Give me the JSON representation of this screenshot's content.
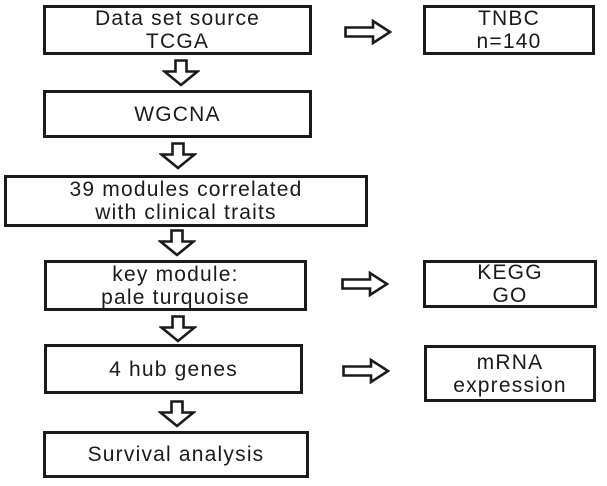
{
  "figure": {
    "background_color": "#ffffff",
    "line_color": "#1a1a1a",
    "nodes": {
      "dataset": {
        "lines": [
          "Data set source",
          "TCGA"
        ]
      },
      "tnbc": {
        "lines": [
          "TNBC",
          "n=140"
        ]
      },
      "wgcna": {
        "lines": [
          "WGCNA"
        ]
      },
      "modules": {
        "lines": [
          "39 modules correlated",
          "with clinical traits"
        ]
      },
      "key_module": {
        "lines": [
          "key module:",
          "pale turquoise"
        ]
      },
      "kegg": {
        "lines": [
          "KEGG",
          "GO"
        ]
      },
      "hub_genes": {
        "lines": [
          "4 hub genes"
        ]
      },
      "mrna": {
        "lines": [
          "mRNA",
          "expression"
        ]
      },
      "survival": {
        "lines": [
          "Survival analysis"
        ]
      }
    },
    "flow": [
      "dataset -> tnbc (right)",
      "dataset -> wgcna (down)",
      "wgcna -> modules (down)",
      "modules -> key_module (down)",
      "key_module -> kegg (right)",
      "key_module -> hub_genes (down)",
      "hub_genes -> mrna (right)",
      "hub_genes -> survival (down)"
    ]
  }
}
